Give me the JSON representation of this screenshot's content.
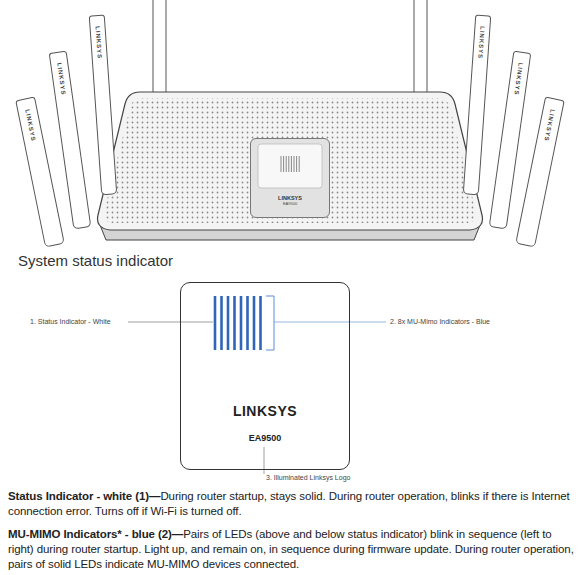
{
  "diagram": {
    "nodes": [
      {
        "text": [
          "LINKSYS"
        ]
      },
      {
        "text": [
          "LINKSYS"
        ]
      },
      {
        "text": [
          "LINKSYS"
        ]
      },
      {
        "text": [
          "LINKSYS",
          "EA9500"
        ]
      },
      {
        "text": [
          "LINKSYS"
        ]
      },
      {
        "text": [
          "LINKSYS"
        ]
      },
      {
        "text": [
          "LINKSYS"
        ]
      },
      {
        "text": [
          "LINKSYS",
          "EA9500"
        ]
      }
    ],
    "labels": [
      "System status indicator",
      "1. Status Indicator - White",
      "2. 8x MU-Mimo Indicators - Blue",
      "3. Illuminated Linksys Logo",
      "Status Indicator - white (1)—",
      "During router startup, stays solid. During router operation, blinks if there is Internet connection error. Turns off if Wi-Fi is turned off.",
      "MU-MIMO Indicators* - blue (2)—",
      "Pairs of LEDs (above and below status indicator) blink in sequence (left to right) during router startup. Light up, and remain on, in sequence during firmware update. During router operation, pairs of solid LEDs indicate MU-MIMO devices connected."
    ]
  }
}
